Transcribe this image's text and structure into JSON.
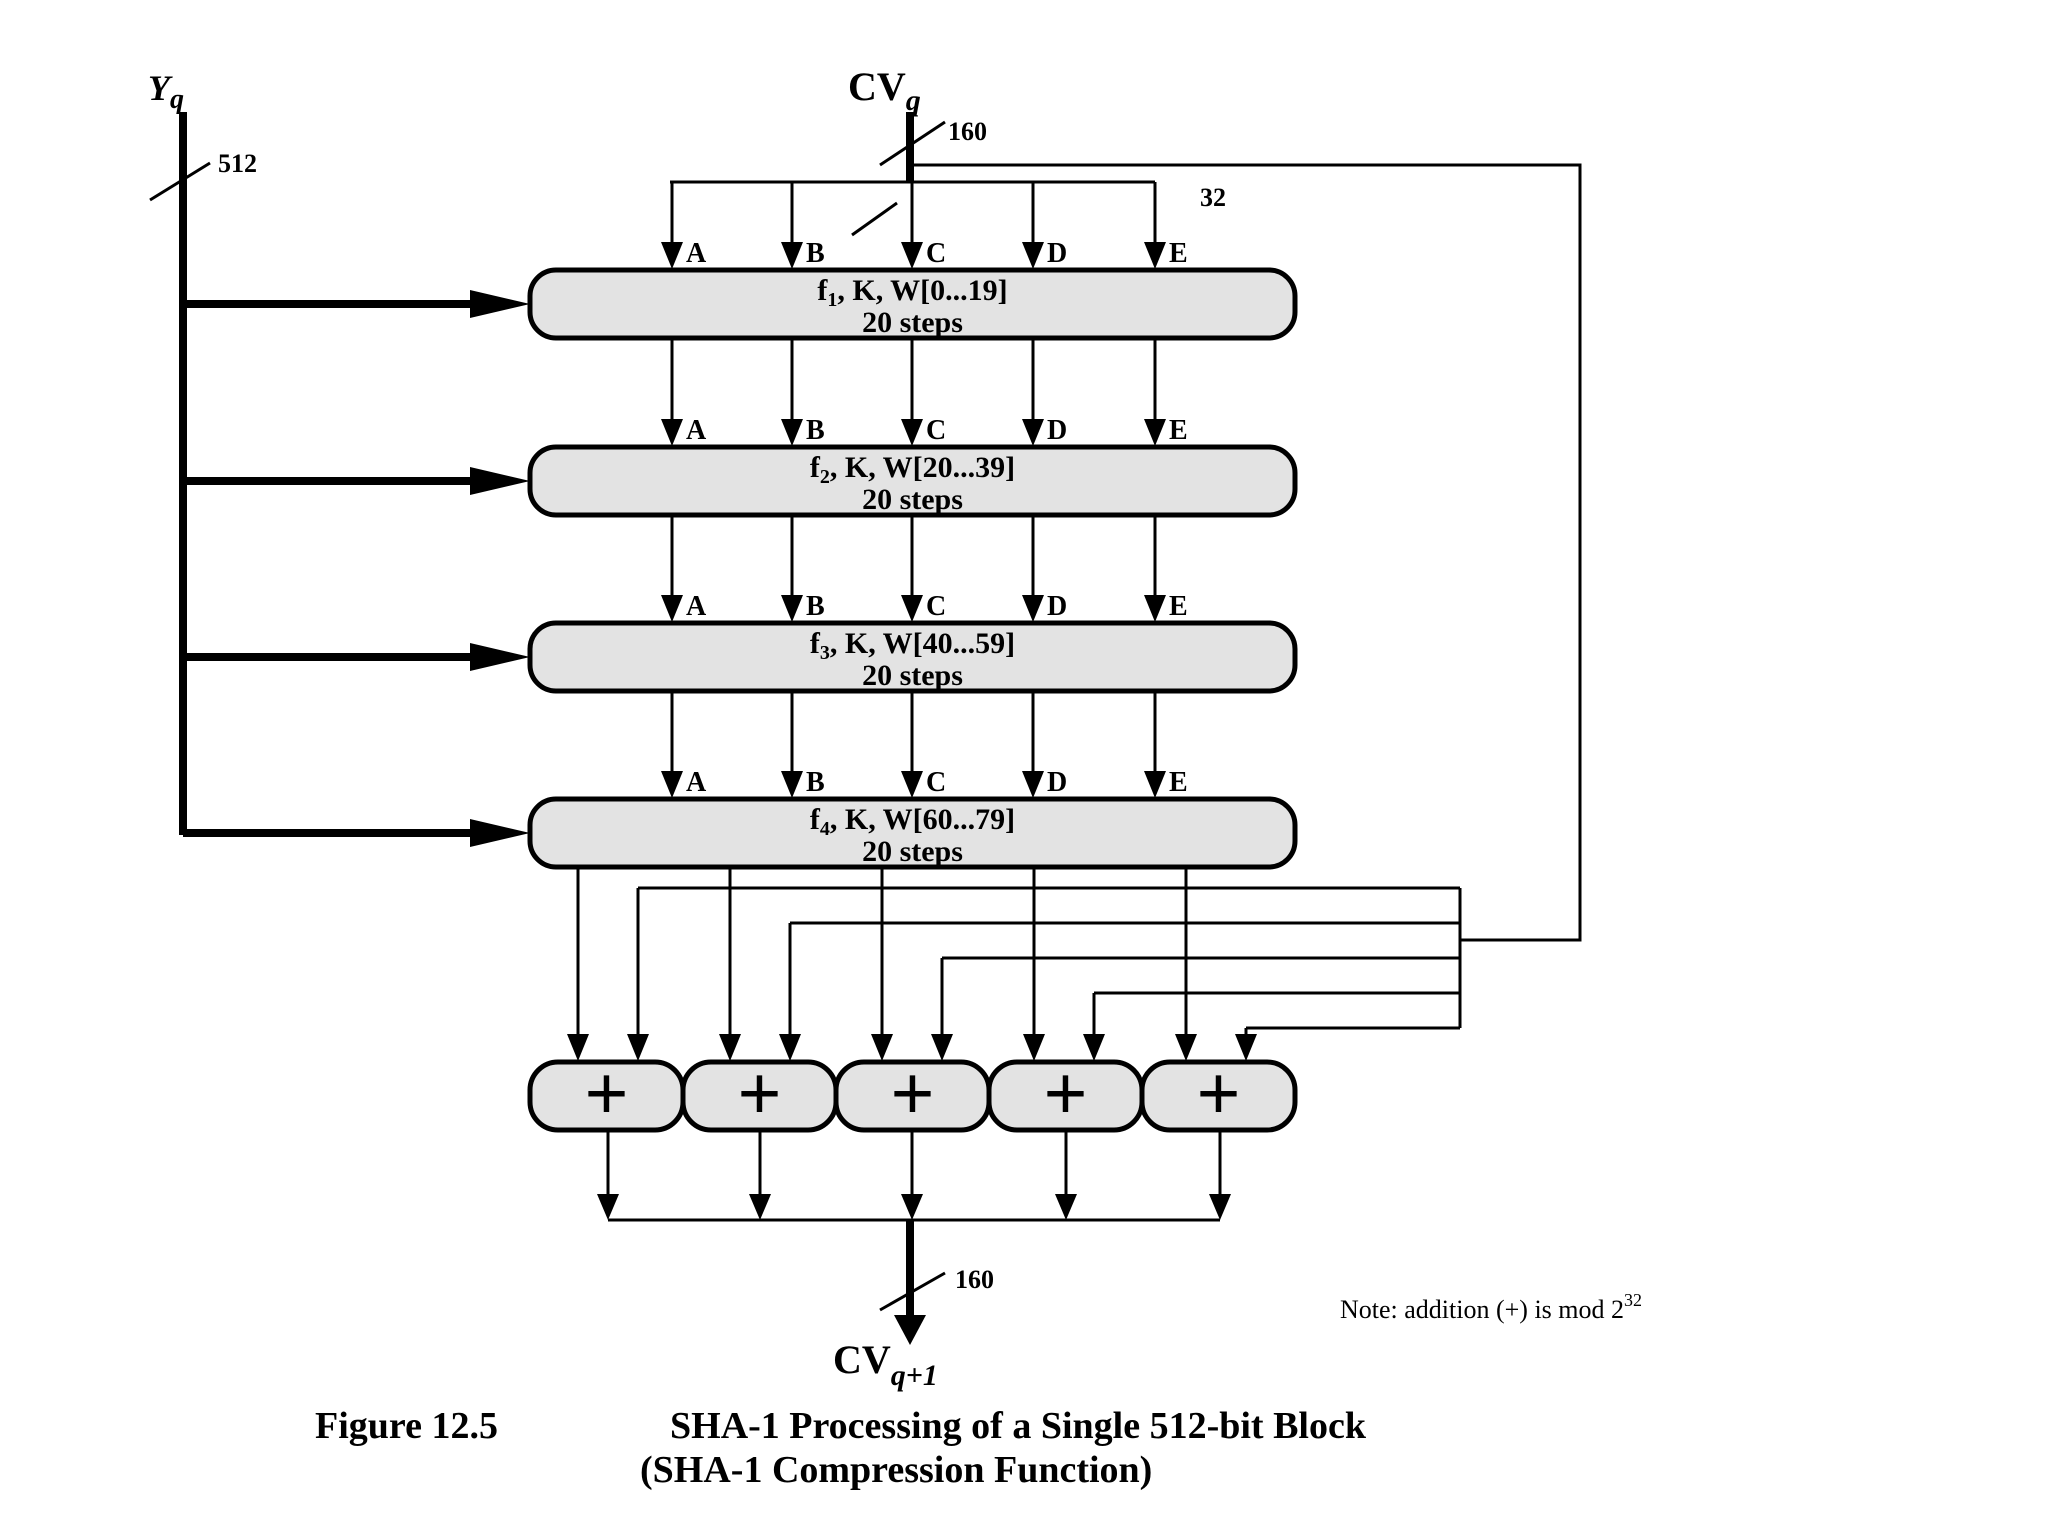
{
  "inputs": {
    "yq": {
      "main": "Y",
      "sub": "q"
    },
    "cvq": {
      "main": "CV",
      "sub": "q"
    },
    "yq_width": "512",
    "cvq_width": "160",
    "word_width": "32"
  },
  "variables": [
    "A",
    "B",
    "C",
    "D",
    "E"
  ],
  "stages": [
    {
      "f": "f",
      "f_sub": "1",
      "params": ", K, W[0...19]",
      "steps": "20 steps"
    },
    {
      "f": "f",
      "f_sub": "2",
      "params": ", K, W[20...39]",
      "steps": "20 steps"
    },
    {
      "f": "f",
      "f_sub": "3",
      "params": ", K, W[40...59]",
      "steps": "20 steps"
    },
    {
      "f": "f",
      "f_sub": "4",
      "params": ", K, W[60...79]",
      "steps": "20 steps"
    }
  ],
  "adders": [
    "+",
    "+",
    "+",
    "+",
    "+"
  ],
  "output": {
    "main": "CV",
    "sub": "q+1",
    "width": "160"
  },
  "note": {
    "text": "Note:  addition (+) is mod 2",
    "sup": "32"
  },
  "caption": {
    "figure": "Figure 12.5",
    "title": "SHA-1 Processing of a Single 512-bit Block",
    "subtitle": "(SHA-1 Compression Function)"
  }
}
